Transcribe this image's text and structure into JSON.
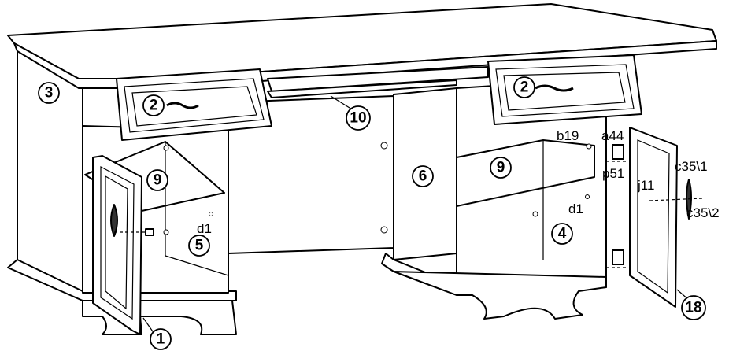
{
  "callouts": {
    "n1": "1",
    "n2a": "2",
    "n2b": "2",
    "n3": "3",
    "n4": "4",
    "n5": "5",
    "n6": "6",
    "n9a": "9",
    "n9b": "9",
    "n10": "10",
    "n18": "18"
  },
  "labels": {
    "b19": "b19",
    "a44": "a44",
    "p51": "p51",
    "j11": "j11",
    "c35_1": "c35\\1",
    "c35_2": "c35\\2",
    "d1_left": "d1",
    "d1_right": "d1"
  }
}
